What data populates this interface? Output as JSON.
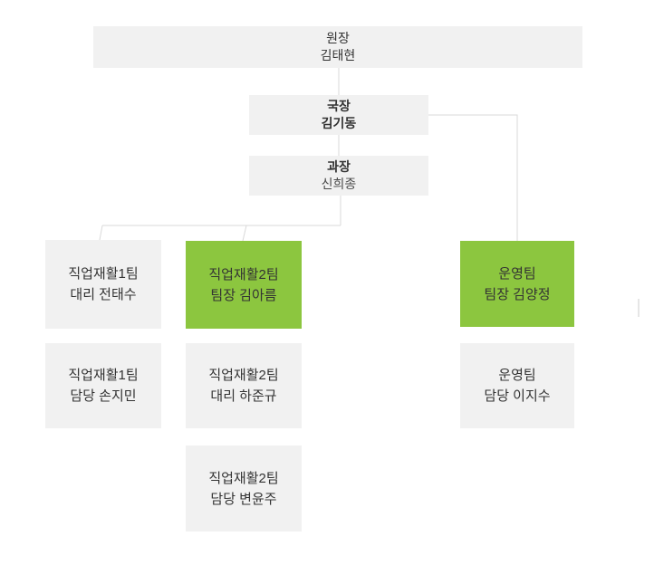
{
  "colors": {
    "background": "#ffffff",
    "box_default": "#f1f1f1",
    "box_highlight": "#8cc63f",
    "text": "#333333",
    "text_secondary": "#4a4a4a",
    "connector": "#d9d9d9",
    "stray_line": "#cccccc"
  },
  "org_chart": {
    "type": "organization-chart",
    "nodes": [
      {
        "id": "director",
        "line1": "원장",
        "line2": "김태현",
        "variant": "gray",
        "reports_to": null
      },
      {
        "id": "general-manager",
        "line1": "국장",
        "line2": "김기동",
        "variant": "gray",
        "reports_to": "director"
      },
      {
        "id": "section-chief",
        "line1": "과장",
        "line2": "신희종",
        "variant": "gray",
        "reports_to": "general-manager"
      },
      {
        "id": "rehab-team1-deputy",
        "line1": "직업재활1팀",
        "line2": "대리 전태수",
        "variant": "gray",
        "reports_to": "section-chief"
      },
      {
        "id": "rehab-team2-leader",
        "line1": "직업재활2팀",
        "line2": "팀장 김아름",
        "variant": "green",
        "reports_to": "section-chief"
      },
      {
        "id": "operations-leader",
        "line1": "운영팀",
        "line2": "팀장 김양정",
        "variant": "green",
        "reports_to": "general-manager"
      },
      {
        "id": "rehab-team1-staff",
        "line1": "직업재활1팀",
        "line2": "담당 손지민",
        "variant": "gray",
        "reports_to": "rehab-team1-deputy"
      },
      {
        "id": "rehab-team2-deputy",
        "line1": "직업재활2팀",
        "line2": "대리 하준규",
        "variant": "gray",
        "reports_to": "rehab-team2-leader"
      },
      {
        "id": "operations-staff",
        "line1": "운영팀",
        "line2": "담당 이지수",
        "variant": "gray",
        "reports_to": "operations-leader"
      },
      {
        "id": "rehab-team2-staff",
        "line1": "직업재활2팀",
        "line2": "담당 변윤주",
        "variant": "gray",
        "reports_to": "rehab-team2-deputy"
      }
    ]
  }
}
